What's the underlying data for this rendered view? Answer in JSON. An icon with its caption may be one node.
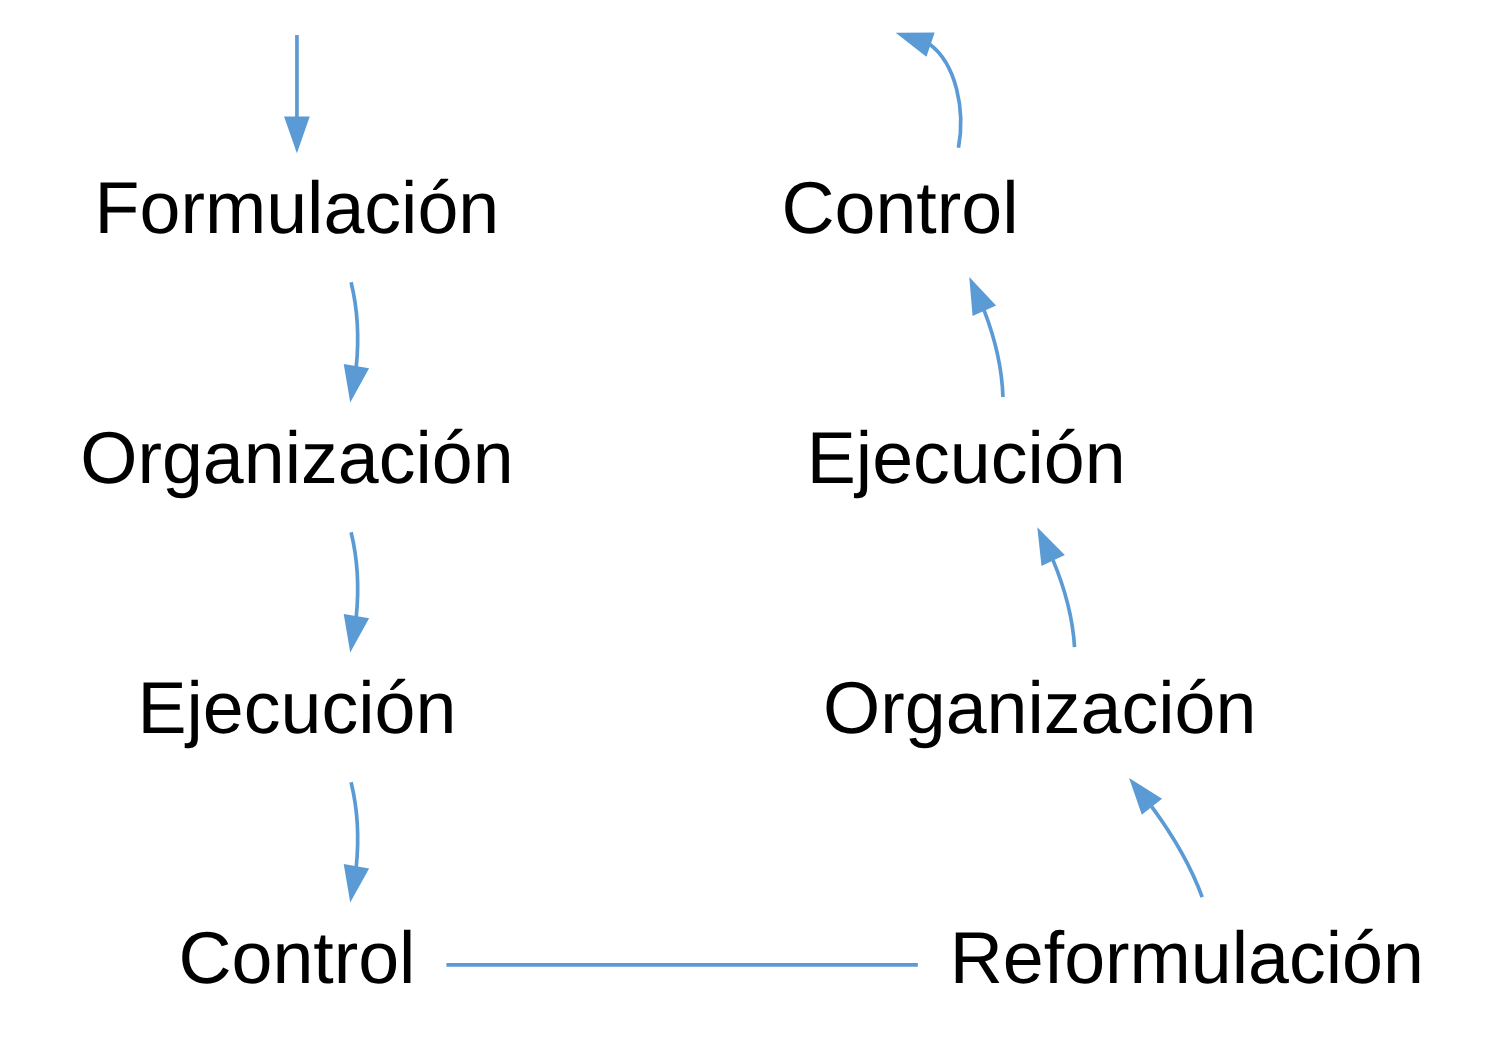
{
  "diagram": {
    "nodes": [
      {
        "text": [
          "Formulación"
        ]
      },
      {
        "text": [
          "Organización"
        ]
      },
      {
        "text": [
          "Ejecución"
        ]
      },
      {
        "text": [
          "Control"
        ]
      },
      {
        "text": [
          "Reformulación"
        ]
      },
      {
        "text": [
          "Organización"
        ]
      },
      {
        "text": [
          "Ejecución"
        ]
      },
      {
        "text": [
          "Control"
        ]
      }
    ],
    "edges": [
      {
        "from": null,
        "to": 0,
        "arrow": "to"
      },
      {
        "from": 0,
        "to": 1,
        "arrow": "to"
      },
      {
        "from": 1,
        "to": 2,
        "arrow": "to"
      },
      {
        "from": 2,
        "to": 3,
        "arrow": "to"
      },
      {
        "from": 3,
        "to": 4,
        "arrow": "none"
      },
      {
        "from": 4,
        "to": 5,
        "arrow": "to"
      },
      {
        "from": 5,
        "to": 6,
        "arrow": "to"
      },
      {
        "from": 6,
        "to": 7,
        "arrow": "to"
      },
      {
        "from": 7,
        "to": null,
        "arrow": "to"
      }
    ]
  }
}
